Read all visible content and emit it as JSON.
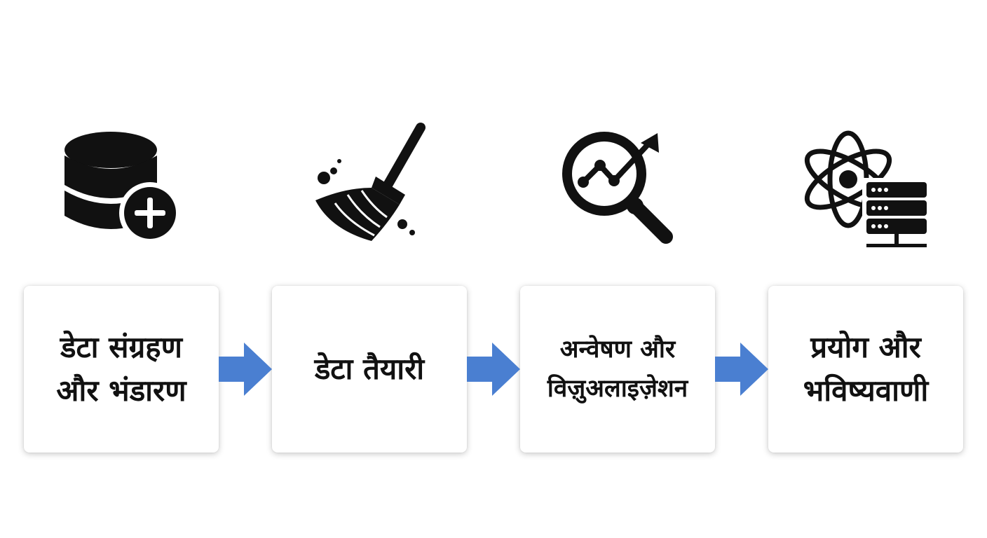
{
  "steps": [
    {
      "icon": "database-add-icon",
      "lines": [
        "डेटा संग्रहण",
        "और भंडारण"
      ]
    },
    {
      "icon": "broom-icon",
      "lines": [
        "डेटा तैयारी"
      ]
    },
    {
      "icon": "magnifier-chart-icon",
      "lines": [
        "अन्वेषण और",
        "विज़ुअलाइज़ेशन"
      ]
    },
    {
      "icon": "atom-server-icon",
      "lines": [
        "प्रयोग और",
        "भविष्यवाणी"
      ]
    }
  ],
  "colors": {
    "arrow": "#4a7fd1",
    "icon": "#111111",
    "text": "#111111"
  }
}
